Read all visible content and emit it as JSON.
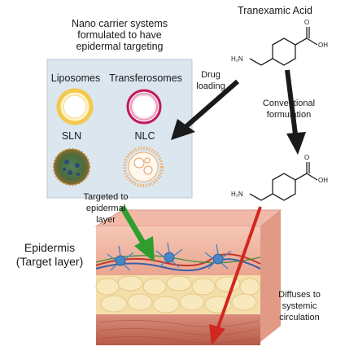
{
  "labels": {
    "tranexamic_title": "Tranexamic Acid",
    "nano_title": [
      "Nano carrier systems",
      "formulated to have",
      "epidermal targeting"
    ],
    "liposomes": "Liposomes",
    "transferosomes": "Transferosomes",
    "sln": "SLN",
    "nlc": "NLC",
    "drug_loading": [
      "Drug",
      "loading"
    ],
    "conventional": [
      "Conventional",
      "formulation"
    ],
    "targeted": [
      "Targeted to",
      "epidermal",
      "layer"
    ],
    "epidermis": [
      "Epidermis",
      "(Target layer)"
    ],
    "diffuses": [
      "Diffuses to",
      "systemic",
      "circulation"
    ],
    "chem_nh2": "H₂N",
    "chem_oh": "OH",
    "chem_o": "O"
  },
  "colors": {
    "panel_bg": "#dbe6ef",
    "liposome_ring": "#f2c94c",
    "transferosome_ring": "#c2185b",
    "sln_core": "#2e7d5b",
    "nlc_ring": "#f2b06b",
    "green_arrow": "#2e9e2e",
    "red_arrow": "#d0281e",
    "black_arrow": "#1a1a1a",
    "skin_top": "#f4b8a6",
    "fat_layer": "#f3dca5",
    "dermis": "#c86a5a",
    "cell_blue": "#4a86c5"
  },
  "icons": [
    "liposome-icon",
    "transferosome-icon",
    "sln-icon",
    "nlc-icon",
    "molecule-structure",
    "skin-cross-section"
  ]
}
